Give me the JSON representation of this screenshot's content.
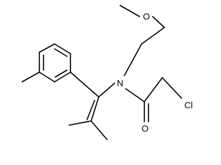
{
  "molecule": {
    "atom_labels": {
      "methoxy_oxygen": "O",
      "amide_nitrogen": "N",
      "chlorine": "Cl",
      "carbonyl_oxygen": "O"
    }
  }
}
